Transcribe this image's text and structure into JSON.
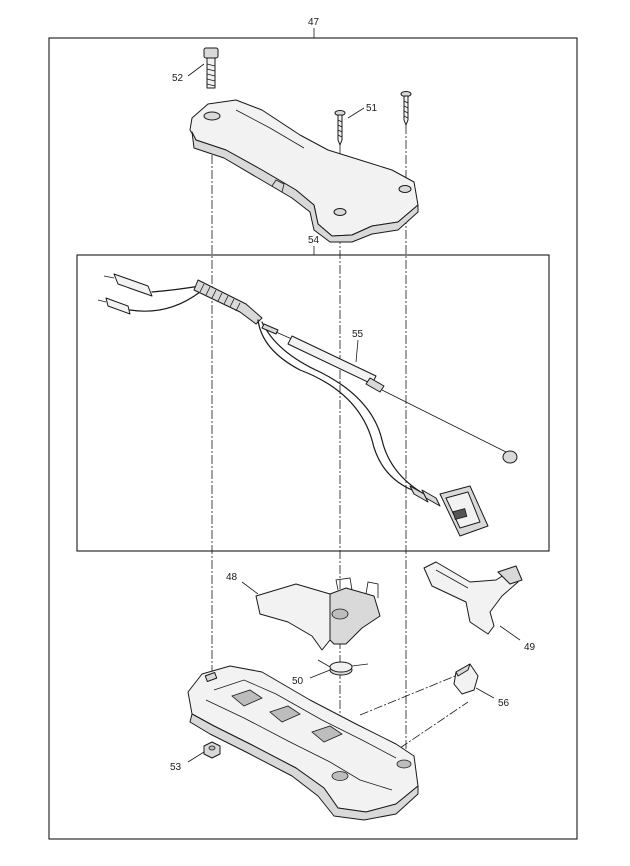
{
  "callouts": {
    "p47": "47",
    "p48": "48",
    "p49": "49",
    "p50": "50",
    "p51": "51",
    "p52": "52",
    "p53": "53",
    "p54": "54",
    "p55": "55",
    "p56": "56"
  }
}
